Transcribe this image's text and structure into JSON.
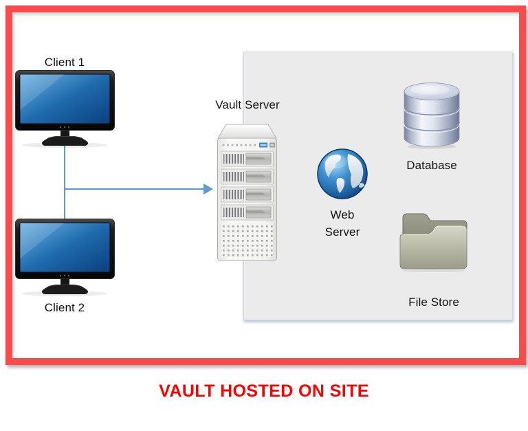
{
  "title": {
    "text": "VAULT HOSTED ON SITE"
  },
  "nodes": {
    "client1": {
      "label": "Client 1"
    },
    "client2": {
      "label": "Client 2"
    },
    "vault_server": {
      "label": "Vault Server"
    },
    "web_server": {
      "label": "Web Server"
    },
    "database": {
      "label": "Database"
    },
    "file_store": {
      "label": "File Store"
    }
  },
  "icons": {
    "client1": "desktop-monitor-icon",
    "client2": "desktop-monitor-icon",
    "vault_server": "tower-server-icon",
    "web_server": "globe-icon",
    "database": "database-cylinder-icon",
    "file_store": "folder-icon",
    "connector": "right-arrow-icon"
  },
  "colors": {
    "frame_red": "#f94b4b",
    "title_red": "#ff0000",
    "connector_blue": "#5b9bd5",
    "panel_gray": "#ebebec",
    "screen_blue": "#1a67ab",
    "folder_khaki": "#b4b4a2"
  }
}
